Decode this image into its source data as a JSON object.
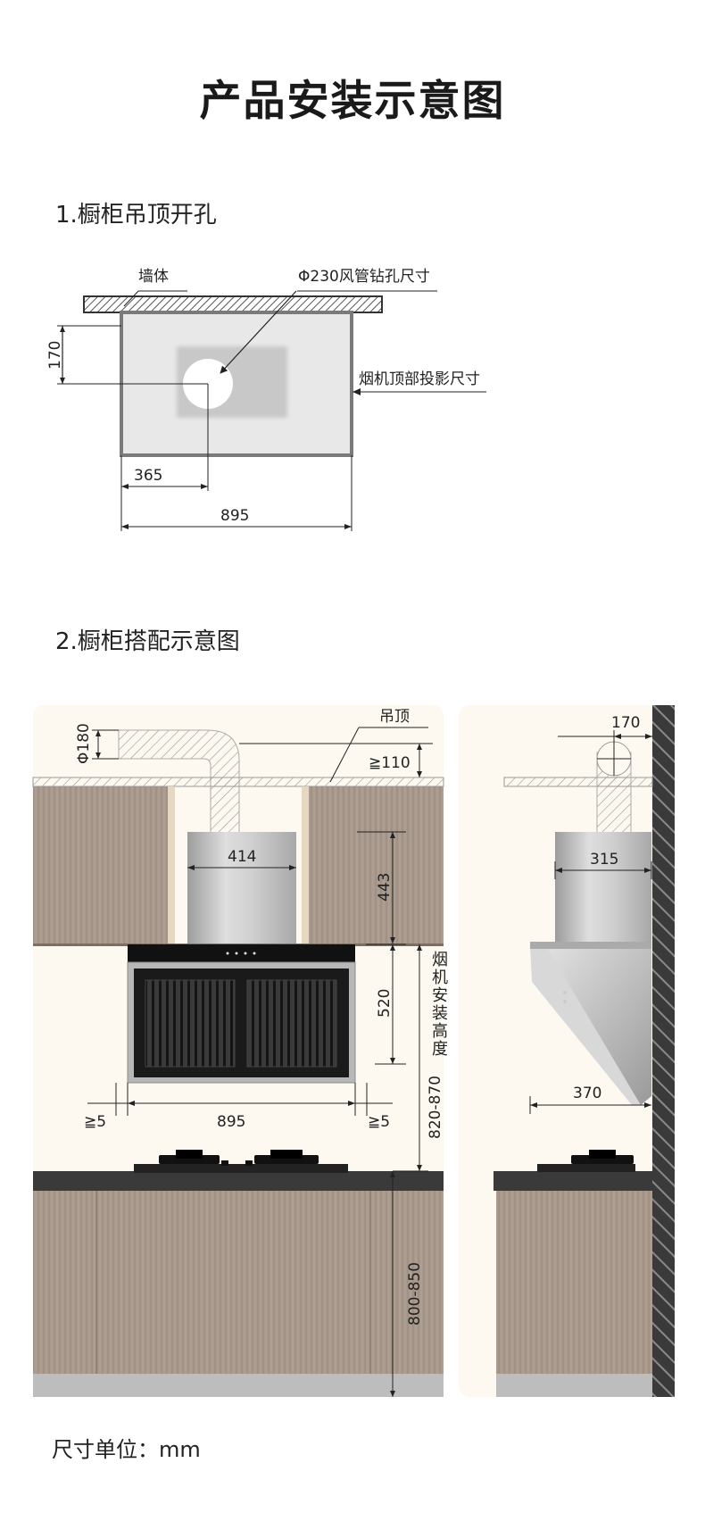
{
  "title": "产品安装示意图",
  "section1": {
    "title": "1.橱柜吊顶开孔",
    "wall_label": "墙体",
    "duct_hole_label": "Φ230风管钻孔尺寸",
    "projection_label": "烟机顶部投影尺寸",
    "dim_170": "170",
    "dim_365": "365",
    "dim_895": "895"
  },
  "section2": {
    "title": "2.橱柜搭配示意图",
    "ceiling_label": "吊顶",
    "dim_phi180": "Φ180",
    "dim_ge110": "≧110",
    "dim_414": "414",
    "dim_443": "443",
    "dim_520": "520",
    "install_height_label": "烟机安装高度",
    "dim_820_870": "820-870",
    "dim_ge5_left": "≧5",
    "dim_ge5_right": "≧5",
    "dim_895": "895",
    "dim_800_850": "800-850",
    "side_dim_170": "170",
    "side_dim_315": "315",
    "side_dim_370": "370"
  },
  "footer": {
    "unit_label": "尺寸单位：mm"
  },
  "colors": {
    "cabinet_wood": "#a6968a",
    "panel_bg": "#fdf9f0",
    "countertop": "#3a3a3a",
    "steel": "#c4c4c4",
    "wall_dark": "#333333"
  }
}
